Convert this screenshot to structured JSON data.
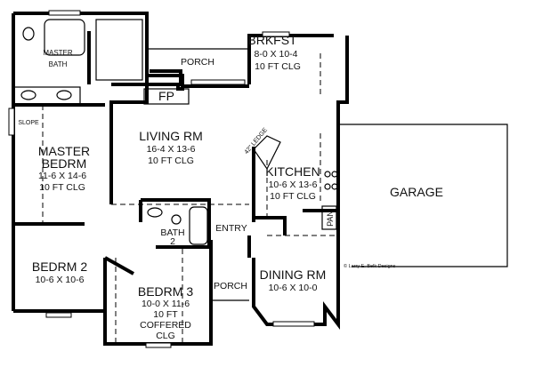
{
  "plan": {
    "rooms": {
      "master_bath": {
        "line1": "MASTER",
        "line2": "BATH"
      },
      "porch_top": {
        "label": "PORCH"
      },
      "brkfst": {
        "label": "BRKFST",
        "dims": "8-0 X 10-4",
        "ceiling": "10 FT CLG"
      },
      "fireplace": {
        "label": "FP"
      },
      "living": {
        "label": "LIVING RM",
        "dims": "16-4 X 13-6",
        "ceiling": "10 FT CLG"
      },
      "slope": {
        "label": "SLOPE"
      },
      "master_bedrm": {
        "line1": "MASTER",
        "line2": "BEDRM",
        "dims": "11-6 X 14-6",
        "ceiling": "10 FT CLG"
      },
      "ledge": {
        "label": "42\" LEDGE"
      },
      "kitchen": {
        "label": "KITCHEN",
        "dims": "10-6 X 13-6",
        "ceiling": "10 FT CLG"
      },
      "garage": {
        "label": "GARAGE"
      },
      "pantry": {
        "label": "PAN"
      },
      "entry": {
        "label": "ENTRY"
      },
      "bath2": {
        "line1": "BATH",
        "line2": "2"
      },
      "bedrm2": {
        "label": "BEDRM 2",
        "dims": "10-6 X 10-6"
      },
      "dining": {
        "label": "DINING RM",
        "dims": "10-6 X 10-0"
      },
      "porch_bottom": {
        "label": "PORCH"
      },
      "bedrm3": {
        "label": "BEDRM 3",
        "dims": "10-0 X 11-6",
        "line3": "10 FT",
        "line4": "COFFERED",
        "line5": "CLG"
      }
    },
    "copyright": "© Larry E. Belk Designs"
  }
}
